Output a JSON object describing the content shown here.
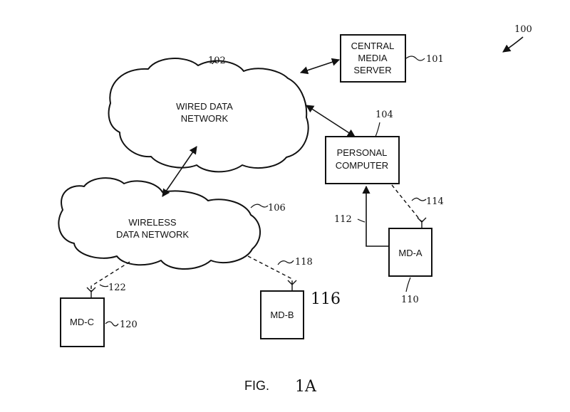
{
  "figure": {
    "ref": "100",
    "caption_prefix": "FIG.",
    "caption_number": "1A"
  },
  "nodes": {
    "central_media_server": {
      "lines": [
        "CENTRAL",
        "MEDIA",
        "SERVER"
      ],
      "ref": "101"
    },
    "wired_network": {
      "lines": [
        "WIRED DATA",
        "NETWORK"
      ],
      "ref": "102"
    },
    "personal_computer": {
      "lines": [
        "PERSONAL",
        "COMPUTER"
      ],
      "ref": "104"
    },
    "wireless_network": {
      "lines": [
        "WIRELESS",
        "DATA NETWORK"
      ],
      "ref": "106"
    },
    "md_a": {
      "label": "MD-A",
      "ref": "110"
    },
    "md_b": {
      "label": "MD-B",
      "ref": "116"
    },
    "md_c": {
      "label": "MD-C",
      "ref": "120"
    }
  },
  "links": {
    "pc_to_md_a_wired": {
      "ref": "112"
    },
    "pc_to_md_a_wireless": {
      "ref": "114"
    },
    "wireless_to_md_b": {
      "ref": "118"
    },
    "wireless_to_md_c": {
      "ref": "122"
    }
  }
}
